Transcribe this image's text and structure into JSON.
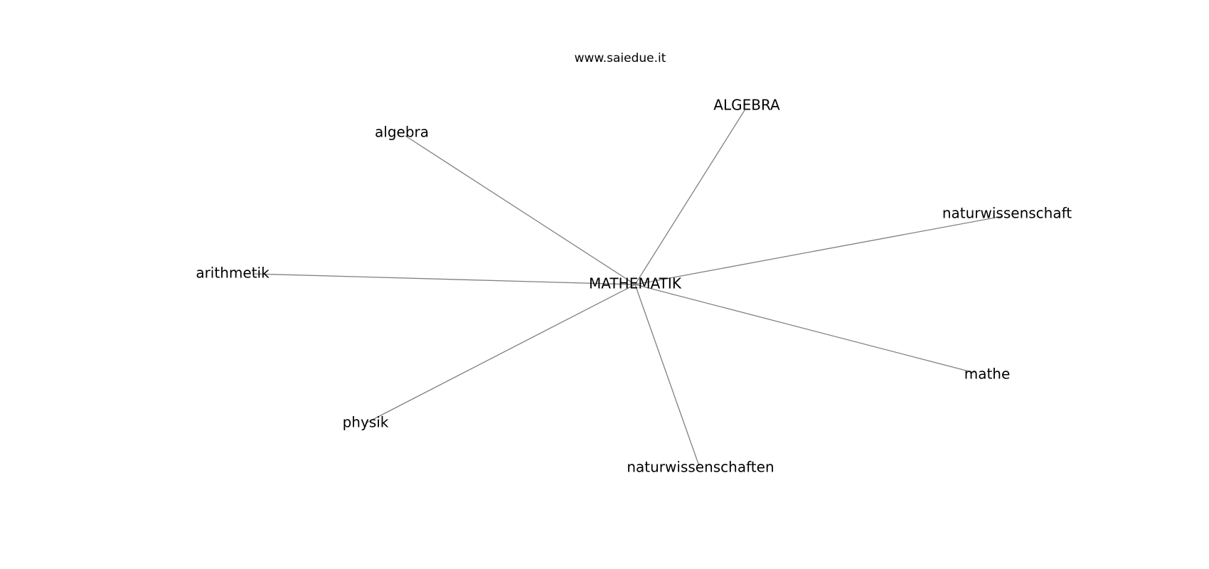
{
  "site": "www.saiedue.it",
  "center": {
    "id": "mathematik",
    "label": "MATHEMATIK"
  },
  "nodes": [
    {
      "id": "algebra-upper",
      "label": "ALGEBRA"
    },
    {
      "id": "algebra",
      "label": "algebra"
    },
    {
      "id": "naturwissenschaft",
      "label": "naturwissenschaft"
    },
    {
      "id": "arithmetik",
      "label": "arithmetik"
    },
    {
      "id": "mathe",
      "label": "mathe"
    },
    {
      "id": "physik",
      "label": "physik"
    },
    {
      "id": "naturwissenschaften",
      "label": "naturwissenschaften"
    }
  ],
  "edges": [
    {
      "from": "mathematik",
      "to": "algebra-upper"
    },
    {
      "from": "mathematik",
      "to": "algebra"
    },
    {
      "from": "mathematik",
      "to": "naturwissenschaft"
    },
    {
      "from": "mathematik",
      "to": "arithmetik"
    },
    {
      "from": "mathematik",
      "to": "mathe"
    },
    {
      "from": "mathematik",
      "to": "physik"
    },
    {
      "from": "mathematik",
      "to": "naturwissenschaften"
    }
  ],
  "colors": {
    "edge": "#808080",
    "text": "#000000",
    "background": "#ffffff"
  }
}
